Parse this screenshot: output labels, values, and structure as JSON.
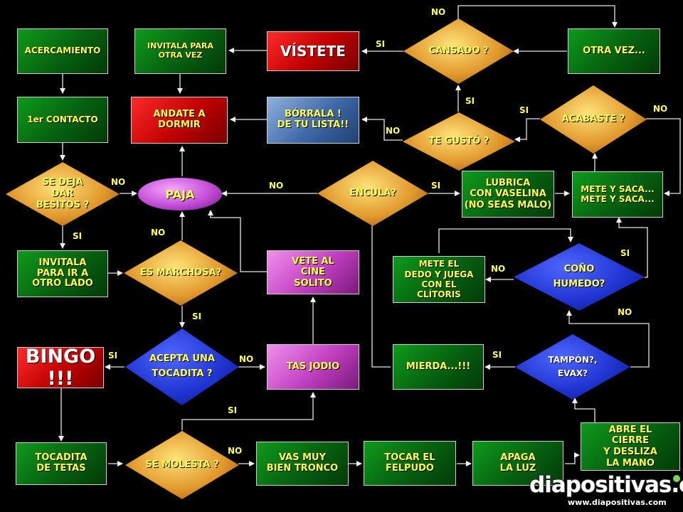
{
  "nodes": {
    "acercamiento": "ACERCAMIENTO",
    "primer_contacto": "1er CONTACTO",
    "se_deja_dar_besitos": "SE DEJA\nDAR\nBESITOS ?",
    "invitala_otro_lado": "INVITALA\nPARA IR A\nOTRO LADO",
    "bingo": "BINGO !!!",
    "tocadita_de_tetas": "TOCADITA\nDE TETAS",
    "invitala_otra_vez": "INVITALA PARA\nOTRA VEZ",
    "andate_a_dormir": "ANDATE A\nDORMIR",
    "paja": "PAJA",
    "es_marchosa": "ES MARCHOSA?",
    "acepta_una_tocadita": "ACEPTA UNA\nTOCADITA ?",
    "se_molesta": "SE MOLESTA ?",
    "vistete": "VÍSTETE",
    "borrala": "BÓRRALA !\nDE TU LISTA!!",
    "vete_al_cine": "VETE AL\nCINE\nSOLITO",
    "tas_jodio": "TAS JODIO",
    "vas_muy_bien": "VAS MUY\nBIEN TRONCO",
    "cansado": "CANSADO ?",
    "te_gusto": "TE GUSTÓ ?",
    "encula": "ENCULA?",
    "lubrica": "LUBRICA\nCON VASELINA\n(NO SEAS MALO)",
    "mete_el_dedo": "METE EL\nDEDO Y JUEGA\nCON EL\nCLÍTORIS",
    "mierda": "MIERDA...!!!",
    "tocar_el_felpudo": "TOCAR EL\nFELPUDO",
    "otra_vez": "OTRA VEZ...",
    "acabaste": "ACABASTE ?",
    "mete_y_saca": "METE Y SACA...\nMETE Y SACA...",
    "cono_humedo": "COÑO\nHUMEDO?",
    "tampon_evax": "TAMPÓN?,\nEVAX?",
    "apaga_la_luz": "APAGA\nLA LUZ",
    "abre_el_cierre": "ABRE EL\nCIERRE\nY DESLIZA\nLA MANO"
  },
  "edge_labels": {
    "besitos_no": "NO",
    "besitos_si": "SI",
    "marchosa_no": "NO",
    "marchosa_si": "SI",
    "acepta_si": "SI",
    "acepta_no": "NO",
    "molesta_si": "SI",
    "molesta_no": "NO",
    "cansado_si": "SI",
    "cansado_no": "NO",
    "gusto_si": "SI",
    "gusto_no": "NO",
    "encula_no": "NO",
    "encula_si": "SI",
    "acabaste_si": "SI",
    "acabaste_no": "NO",
    "cono_no": "NO",
    "cono_si": "SI",
    "tampon_si": "SI",
    "tampon_no": "NO"
  },
  "watermark": {
    "brand": "diapositivas.com",
    "url": "www.diapositivas.com"
  },
  "colors": {
    "background": "#000000",
    "label_yellow": "#ffff55",
    "connector": "#e6e6e6",
    "green_box": "#0b7a16",
    "red_box": "#d00000",
    "steel_box": "#5f86c4",
    "magenta_box": "#c84cc8",
    "blue_diamond": "#1f33d0",
    "gold_diamond": "#e0962a"
  }
}
